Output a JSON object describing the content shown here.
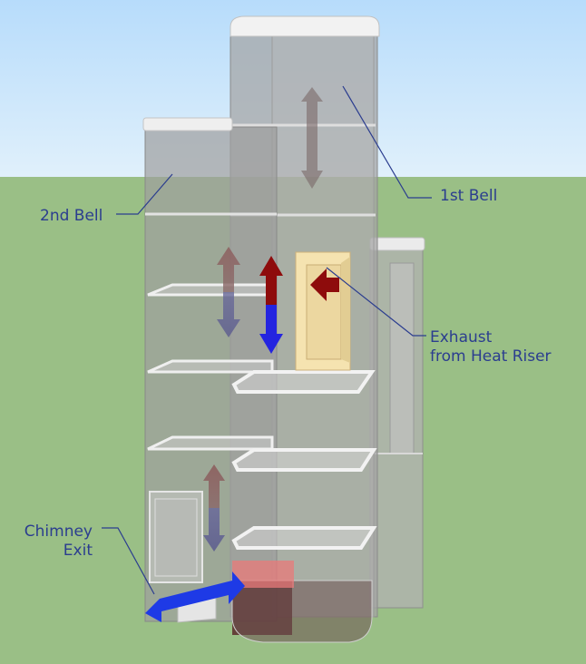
{
  "labels": {
    "first_bell": "1st Bell",
    "second_bell": "2nd Bell",
    "exhaust_line1": "Exhaust",
    "exhaust_line2": "from Heat Riser",
    "chimney_line1": "Chimney",
    "chimney_line2": "Exit"
  },
  "colors": {
    "sky": "#cde6ff",
    "ground": "#9abf86",
    "glass": "#a9a9a9",
    "label_text": "#2b3d8f",
    "hot_arrow": "#8e0c0c",
    "cold_arrow": "#2424e0",
    "firebox": "#f5e3b0"
  }
}
